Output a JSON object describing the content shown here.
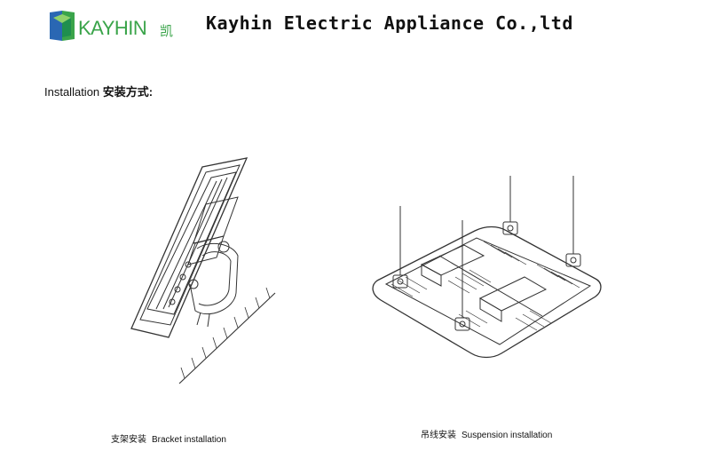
{
  "header": {
    "logo_text": "KAYHIN",
    "logo_cn": "凯",
    "company_name": "Kayhin Electric Appliance Co.,ltd"
  },
  "section": {
    "label_en": "Installation",
    "label_cn": "安装方式:"
  },
  "figures": {
    "bracket": {
      "caption_cn": "支架安装",
      "caption_en": "Bracket installation"
    },
    "suspension": {
      "caption_cn": "吊线安装",
      "caption_en": "Suspension installation"
    }
  },
  "colors": {
    "logo_green": "#3aa44a",
    "logo_blue": "#2a67b3",
    "line": "#333333"
  }
}
